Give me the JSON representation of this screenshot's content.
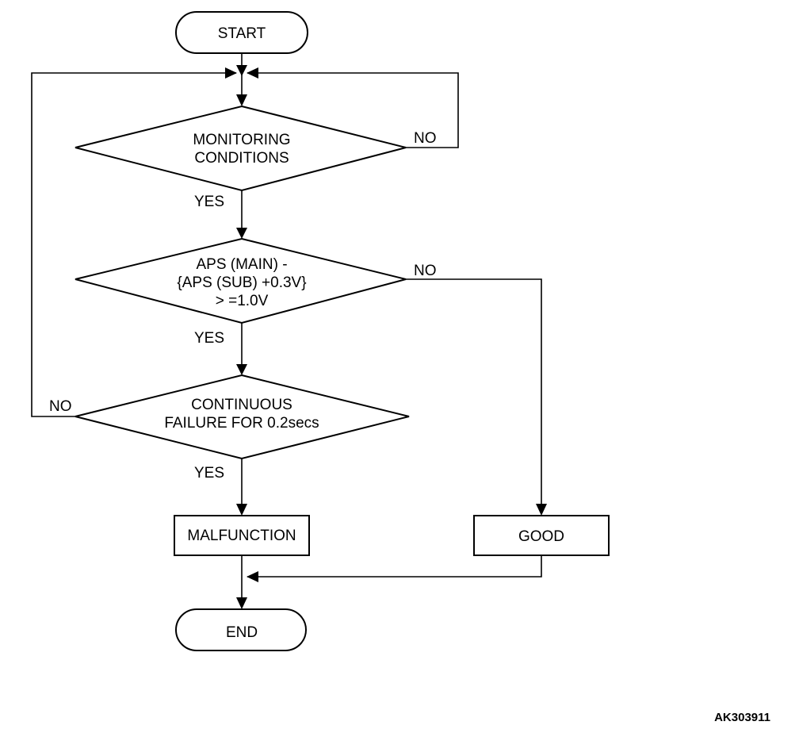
{
  "flowchart": {
    "start_label": "START",
    "end_label": "END",
    "decisions": [
      {
        "lines": [
          "MONITORING",
          "CONDITIONS"
        ]
      },
      {
        "lines": [
          "APS (MAIN) -",
          "{APS (SUB) +0.3V}",
          "> =1.0V"
        ]
      },
      {
        "lines": [
          "CONTINUOUS",
          "FAILURE FOR 0.2secs"
        ]
      }
    ],
    "processes": {
      "malfunction": "MALFUNCTION",
      "good": "GOOD"
    },
    "edge_labels": {
      "d1_no": "NO",
      "d1_yes": "YES",
      "d2_no": "NO",
      "d2_yes": "YES",
      "d3_no": "NO",
      "d3_yes": "YES"
    }
  },
  "figure_id": "AK303911"
}
